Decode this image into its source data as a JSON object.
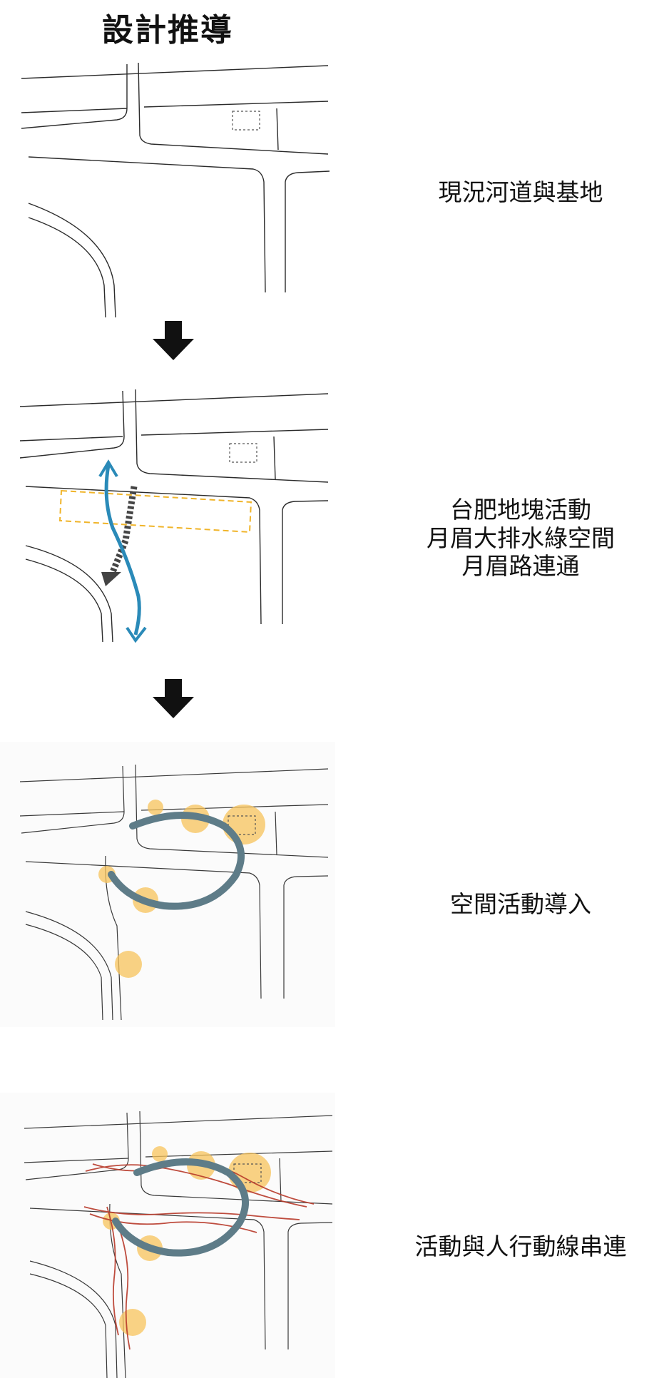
{
  "title": "設計推導",
  "steps": [
    {
      "caption": "現況河道與基地"
    },
    {
      "caption_lines": [
        "台肥地塊活動",
        "月眉大排水綠空間",
        "月眉路連通"
      ]
    },
    {
      "caption": "空間活動導入"
    },
    {
      "caption": "活動與人行動線串連"
    }
  ],
  "colors": {
    "road_line": "#2b2b2b",
    "site_box": "#555555",
    "blue_path": "#2a8ab8",
    "orange_dashed": "#f0b429",
    "dark_arrow": "#444444",
    "activity_blob": "#f8c45c",
    "loop_gray_blue": "#5e7c88",
    "red_paths": "#b83a2a"
  },
  "icons": [
    "down-arrow-icon",
    "down-arrow-icon"
  ]
}
